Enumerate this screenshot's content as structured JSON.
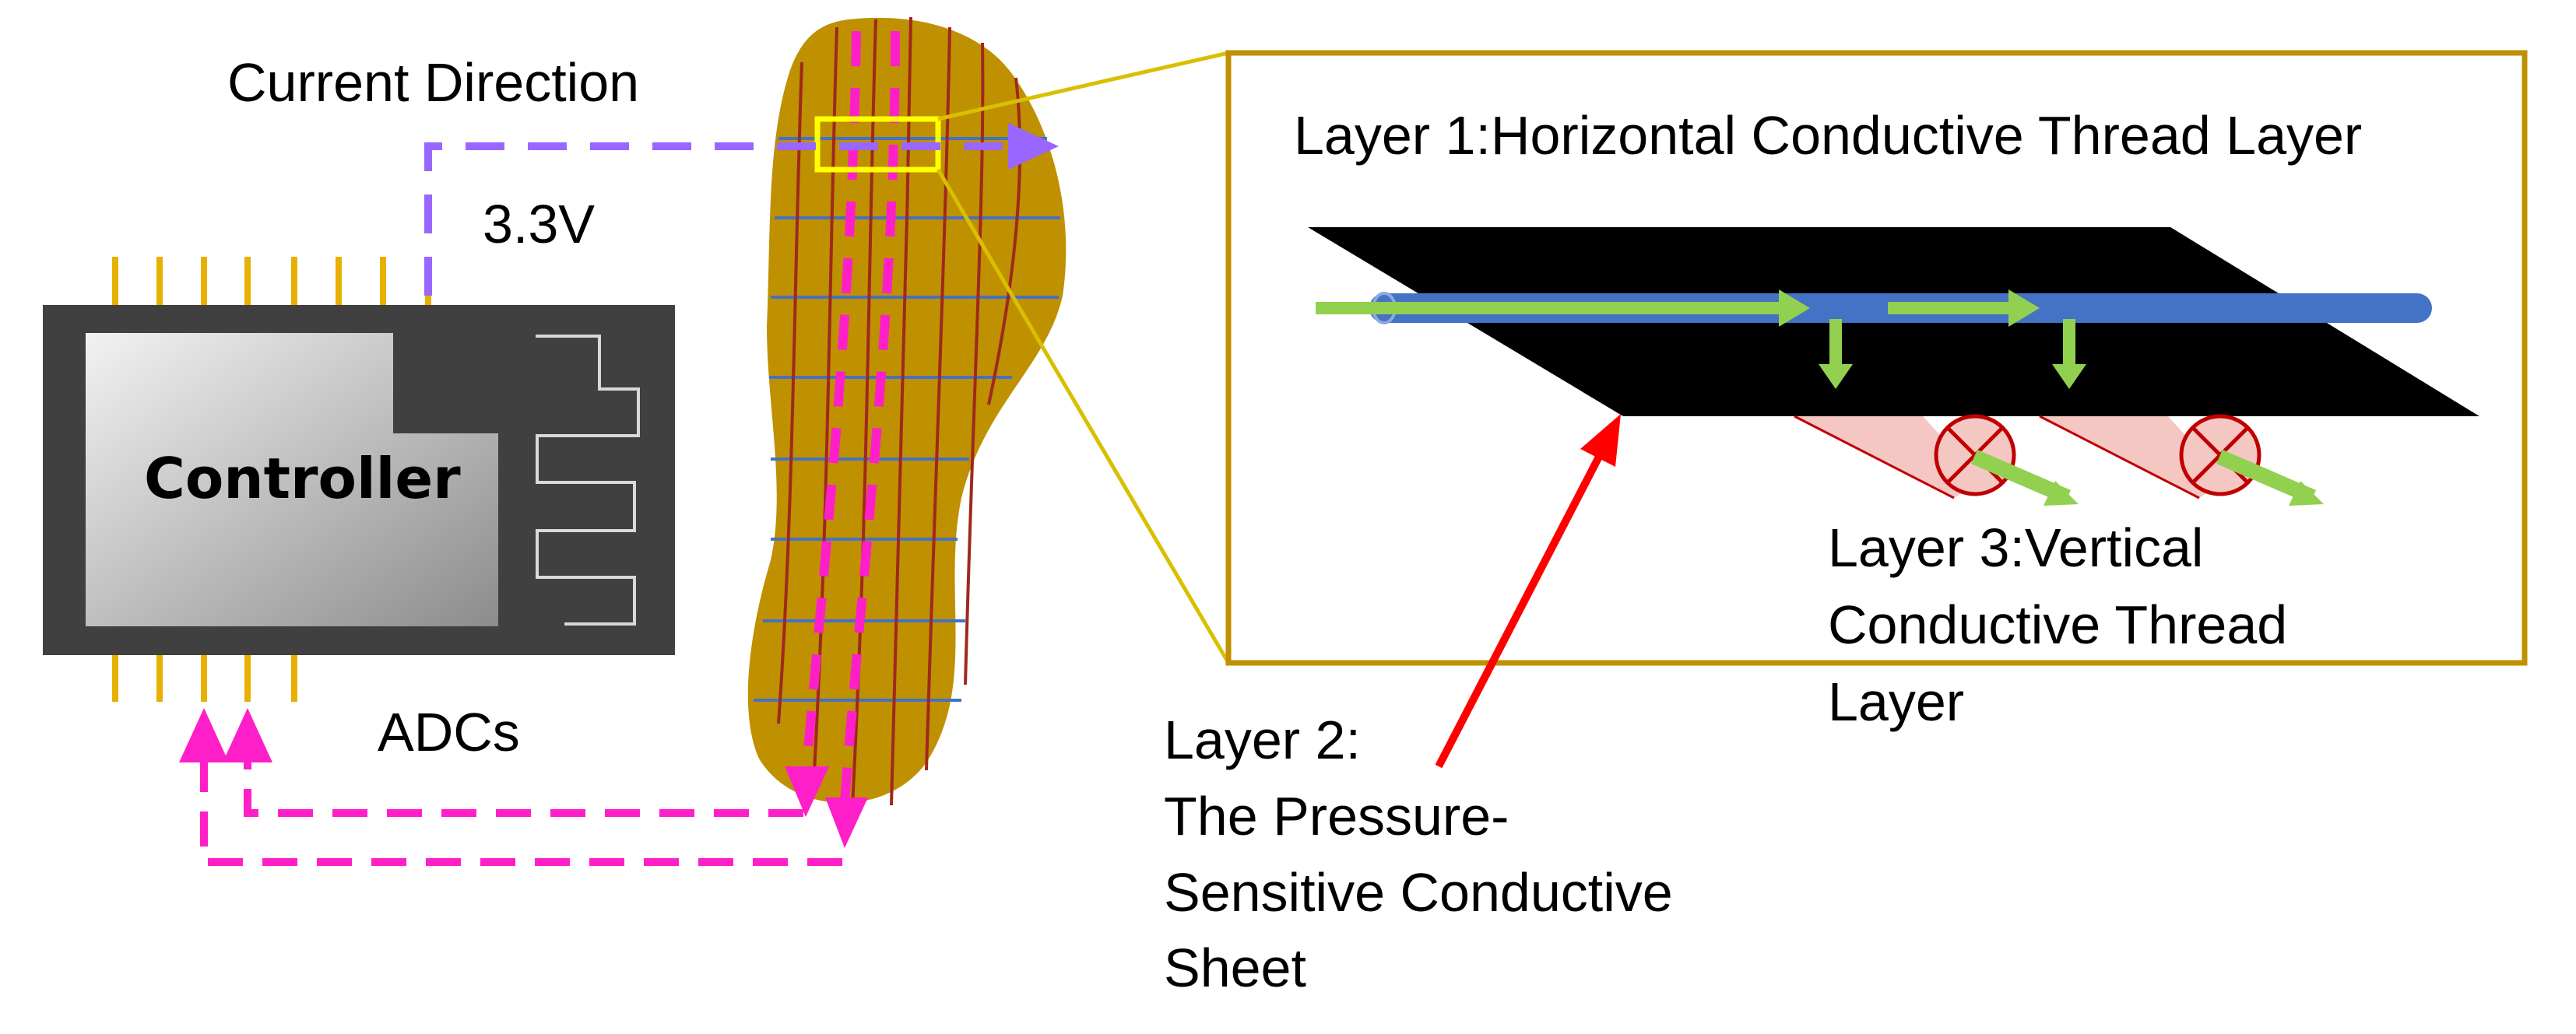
{
  "labels": {
    "current_direction": "Current Direction",
    "voltage": "3.3V",
    "controller": "Controller",
    "adcs": "ADCs",
    "layer1": "Layer 1:Horizontal Conductive Thread Layer",
    "layer2": [
      "Layer 2:",
      "The Pressure-",
      "Sensitive Conductive",
      "Sheet"
    ],
    "layer3": [
      "Layer 3:Vertical",
      "Conductive Thread",
      "Layer"
    ]
  },
  "colors": {
    "insole": "#bf9000",
    "insole_lines_vertical": "#a0281e",
    "insole_lines_horizontal": "#4472c4",
    "current_purple": "#9966ff",
    "adc_magenta": "#ff1fc8",
    "zoom_box": "#ffff00",
    "detail_frame": "#bf9000",
    "thread_blue": "#4472c4",
    "arrow_green": "#92d050",
    "arrow_red": "#ff0000",
    "chip_body": "#404040",
    "pins": "#e8b000",
    "vertical_thread": "#c00000"
  },
  "icons": {
    "controller_chip": "chip-icon",
    "insole": "insole-icon",
    "crossed_thread_end": "crossed-circle-icon"
  }
}
